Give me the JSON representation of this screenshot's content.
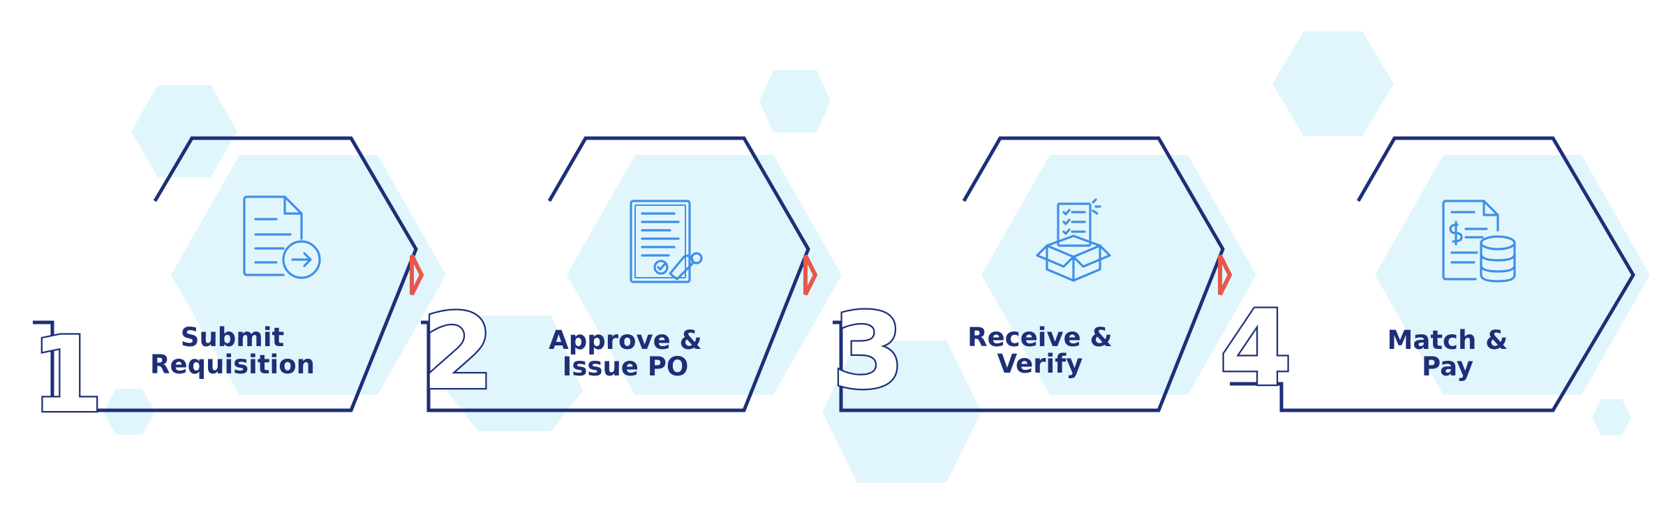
{
  "steps": [
    {
      "number": "1",
      "label_lines": [
        "Submit",
        "Requisition"
      ],
      "icon": "document-arrow-icon"
    },
    {
      "number": "2",
      "label_lines": [
        "Approve &",
        "Issue PO"
      ],
      "icon": "approved-contract-icon"
    },
    {
      "number": "3",
      "label_lines": [
        "Receive &",
        "Verify"
      ],
      "icon": "checklist-box-icon"
    },
    {
      "number": "4",
      "label_lines": [
        "Match &",
        "Pay"
      ],
      "icon": "invoice-coins-icon"
    }
  ],
  "colors": {
    "outline": "#1e2f78",
    "hex_fill": "#e1f6fc",
    "icon": "#3f8fe8",
    "chevron": "#e6584c"
  }
}
